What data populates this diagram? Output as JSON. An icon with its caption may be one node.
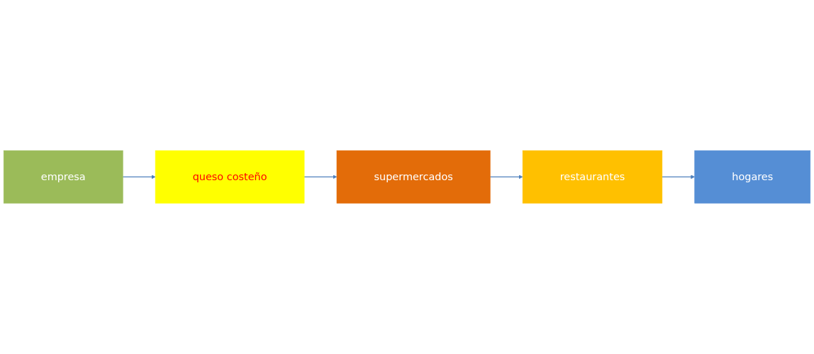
{
  "diagram": {
    "nodes": [
      {
        "text": [
          "empresa"
        ]
      },
      {
        "text": [
          "queso costeño"
        ]
      },
      {
        "text": [
          "supermercados"
        ]
      },
      {
        "text": [
          "restaurantes"
        ]
      },
      {
        "text": [
          "hogares"
        ]
      }
    ],
    "edges": [
      {
        "from": 0,
        "to": 1,
        "arrow": "to"
      },
      {
        "from": 1,
        "to": 2,
        "arrow": "to"
      },
      {
        "from": 2,
        "to": 3,
        "arrow": "to"
      },
      {
        "from": 3,
        "to": 4,
        "arrow": "to"
      }
    ]
  }
}
